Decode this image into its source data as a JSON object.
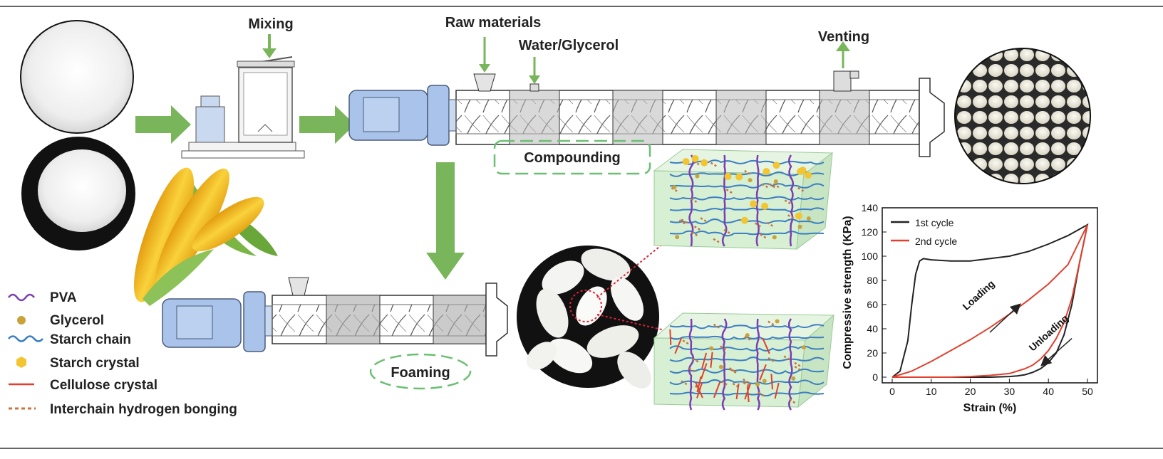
{
  "labels": {
    "mixing": "Mixing",
    "raw_materials": "Raw materials",
    "water_glycerol": "Water/Glycerol",
    "venting": "Venting",
    "compounding": "Compounding",
    "foaming": "Foaming"
  },
  "legend": [
    {
      "label": "PVA",
      "icon": "wavy-line-icon",
      "color": "#7b3fb0"
    },
    {
      "label": "Glycerol",
      "icon": "dot-icon",
      "color": "#c9a23a"
    },
    {
      "label": "Starch chain",
      "icon": "wavy-line-icon",
      "color": "#3a7fc2"
    },
    {
      "label": "Starch crystal",
      "icon": "hexagon-icon",
      "color": "#f2c531"
    },
    {
      "label": "Cellulose crystal",
      "icon": "line-icon",
      "color": "#e0402e"
    },
    {
      "label": "Interchain hydrogen bonging",
      "icon": "dashed-line-icon",
      "color": "#c8743a"
    }
  ],
  "colors": {
    "arrow_green": "#79b55a",
    "motor_blue": "#a9c3ea",
    "dashed_box": "#6bbf73",
    "cube_fill": "#d7efd3"
  },
  "chart_data": {
    "type": "line",
    "xlabel": "Strain (%)",
    "ylabel": "Compressive strength (KPa)",
    "xlim": [
      0,
      50
    ],
    "ylim": [
      0,
      140
    ],
    "xticks": [
      0,
      10,
      20,
      30,
      40,
      50
    ],
    "yticks": [
      0,
      20,
      40,
      60,
      80,
      100,
      120,
      140
    ],
    "legend_position": "top-left",
    "series": [
      {
        "name": "1st cycle",
        "color": "#222222",
        "x": [
          0,
          2,
          4,
          5,
          6,
          7,
          8,
          10,
          15,
          20,
          25,
          30,
          35,
          40,
          45,
          50,
          48,
          46,
          44,
          42,
          40,
          38,
          36,
          34,
          32,
          30,
          25,
          20,
          15,
          10,
          5,
          0
        ],
        "y": [
          0,
          5,
          30,
          60,
          85,
          96,
          98,
          97,
          96,
          96,
          98,
          100,
          104,
          110,
          117,
          126,
          95,
          60,
          35,
          20,
          12,
          7,
          4,
          2,
          1,
          0.5,
          0,
          0,
          0,
          0,
          0,
          0
        ]
      },
      {
        "name": "2nd cycle",
        "color": "#e0402e",
        "x": [
          0,
          5,
          10,
          15,
          20,
          25,
          30,
          35,
          40,
          45,
          50,
          48,
          46,
          44,
          42,
          40,
          38,
          36,
          34,
          32,
          30,
          25,
          20,
          15,
          10,
          5,
          0
        ],
        "y": [
          0,
          5,
          13,
          22,
          31,
          41,
          52,
          64,
          77,
          93,
          126,
          95,
          65,
          45,
          32,
          22,
          15,
          10,
          7,
          5,
          3,
          1.5,
          0.5,
          0,
          0,
          0,
          0
        ]
      }
    ],
    "annotations": [
      "Loading",
      "Unloading"
    ]
  }
}
